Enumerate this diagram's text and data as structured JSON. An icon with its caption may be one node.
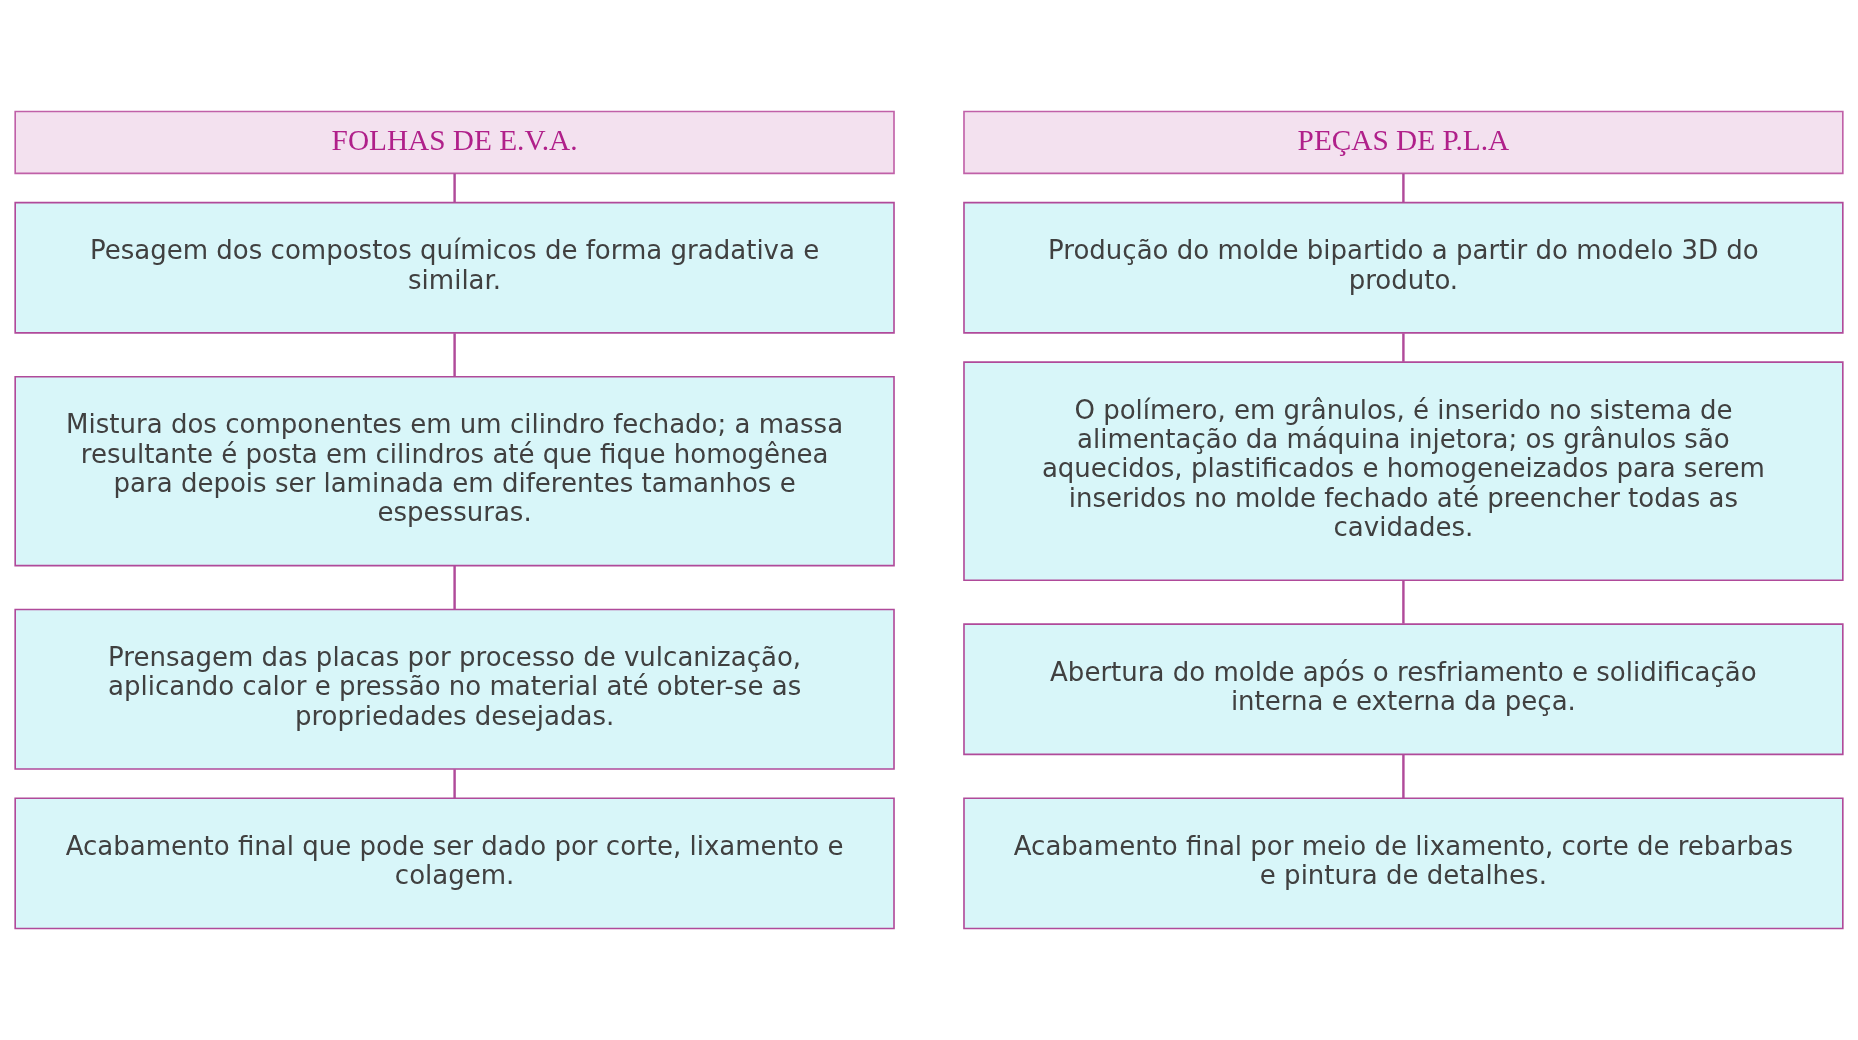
{
  "diagram": {
    "nodes": [
      {
        "text": [
          "FOLHAS DE E.V.A."
        ]
      },
      {
        "text": [
          "Pesagem dos compostos químicos de forma gradativa e similar."
        ]
      },
      {
        "text": [
          "Mistura dos componentes em um cilindro fechado; a massa resultante é posta em cilindros até que fique homogênea para depois ser laminada em diferentes tamanhos e espessuras."
        ]
      },
      {
        "text": [
          "Prensagem das placas por processo de vulcanização, aplicando calor e pressão no material até obter-se as propriedades desejadas."
        ]
      },
      {
        "text": [
          "Acabamento final que pode ser dado por corte, lixamento e colagem."
        ]
      },
      {
        "text": [
          "PEÇAS DE P.L.A"
        ]
      },
      {
        "text": [
          "Produção do molde bipartido a partir do modelo 3D do produto."
        ]
      },
      {
        "text": [
          "O polímero, em grânulos, é inserido no sistema de alimentação da máquina injetora; os grânulos são aquecidos, plastificados e homogeneizados para serem inseridos no molde fechado até preencher todas as cavidades."
        ]
      },
      {
        "text": [
          "Abertura do molde após o resfriamento e solidificação interna e externa da peça."
        ]
      },
      {
        "text": [
          "Acabamento final por meio de lixamento, corte de rebarbas e pintura de detalhes."
        ]
      }
    ],
    "edges": [
      {
        "from": 0,
        "to": 1,
        "arrow": "none"
      },
      {
        "from": 1,
        "to": 2,
        "arrow": "none"
      },
      {
        "from": 2,
        "to": 3,
        "arrow": "none"
      },
      {
        "from": 3,
        "to": 4,
        "arrow": "none"
      },
      {
        "from": 5,
        "to": 6,
        "arrow": "none"
      },
      {
        "from": 6,
        "to": 7,
        "arrow": "none"
      },
      {
        "from": 7,
        "to": 8,
        "arrow": "none"
      },
      {
        "from": 8,
        "to": 9,
        "arrow": "none"
      }
    ]
  }
}
